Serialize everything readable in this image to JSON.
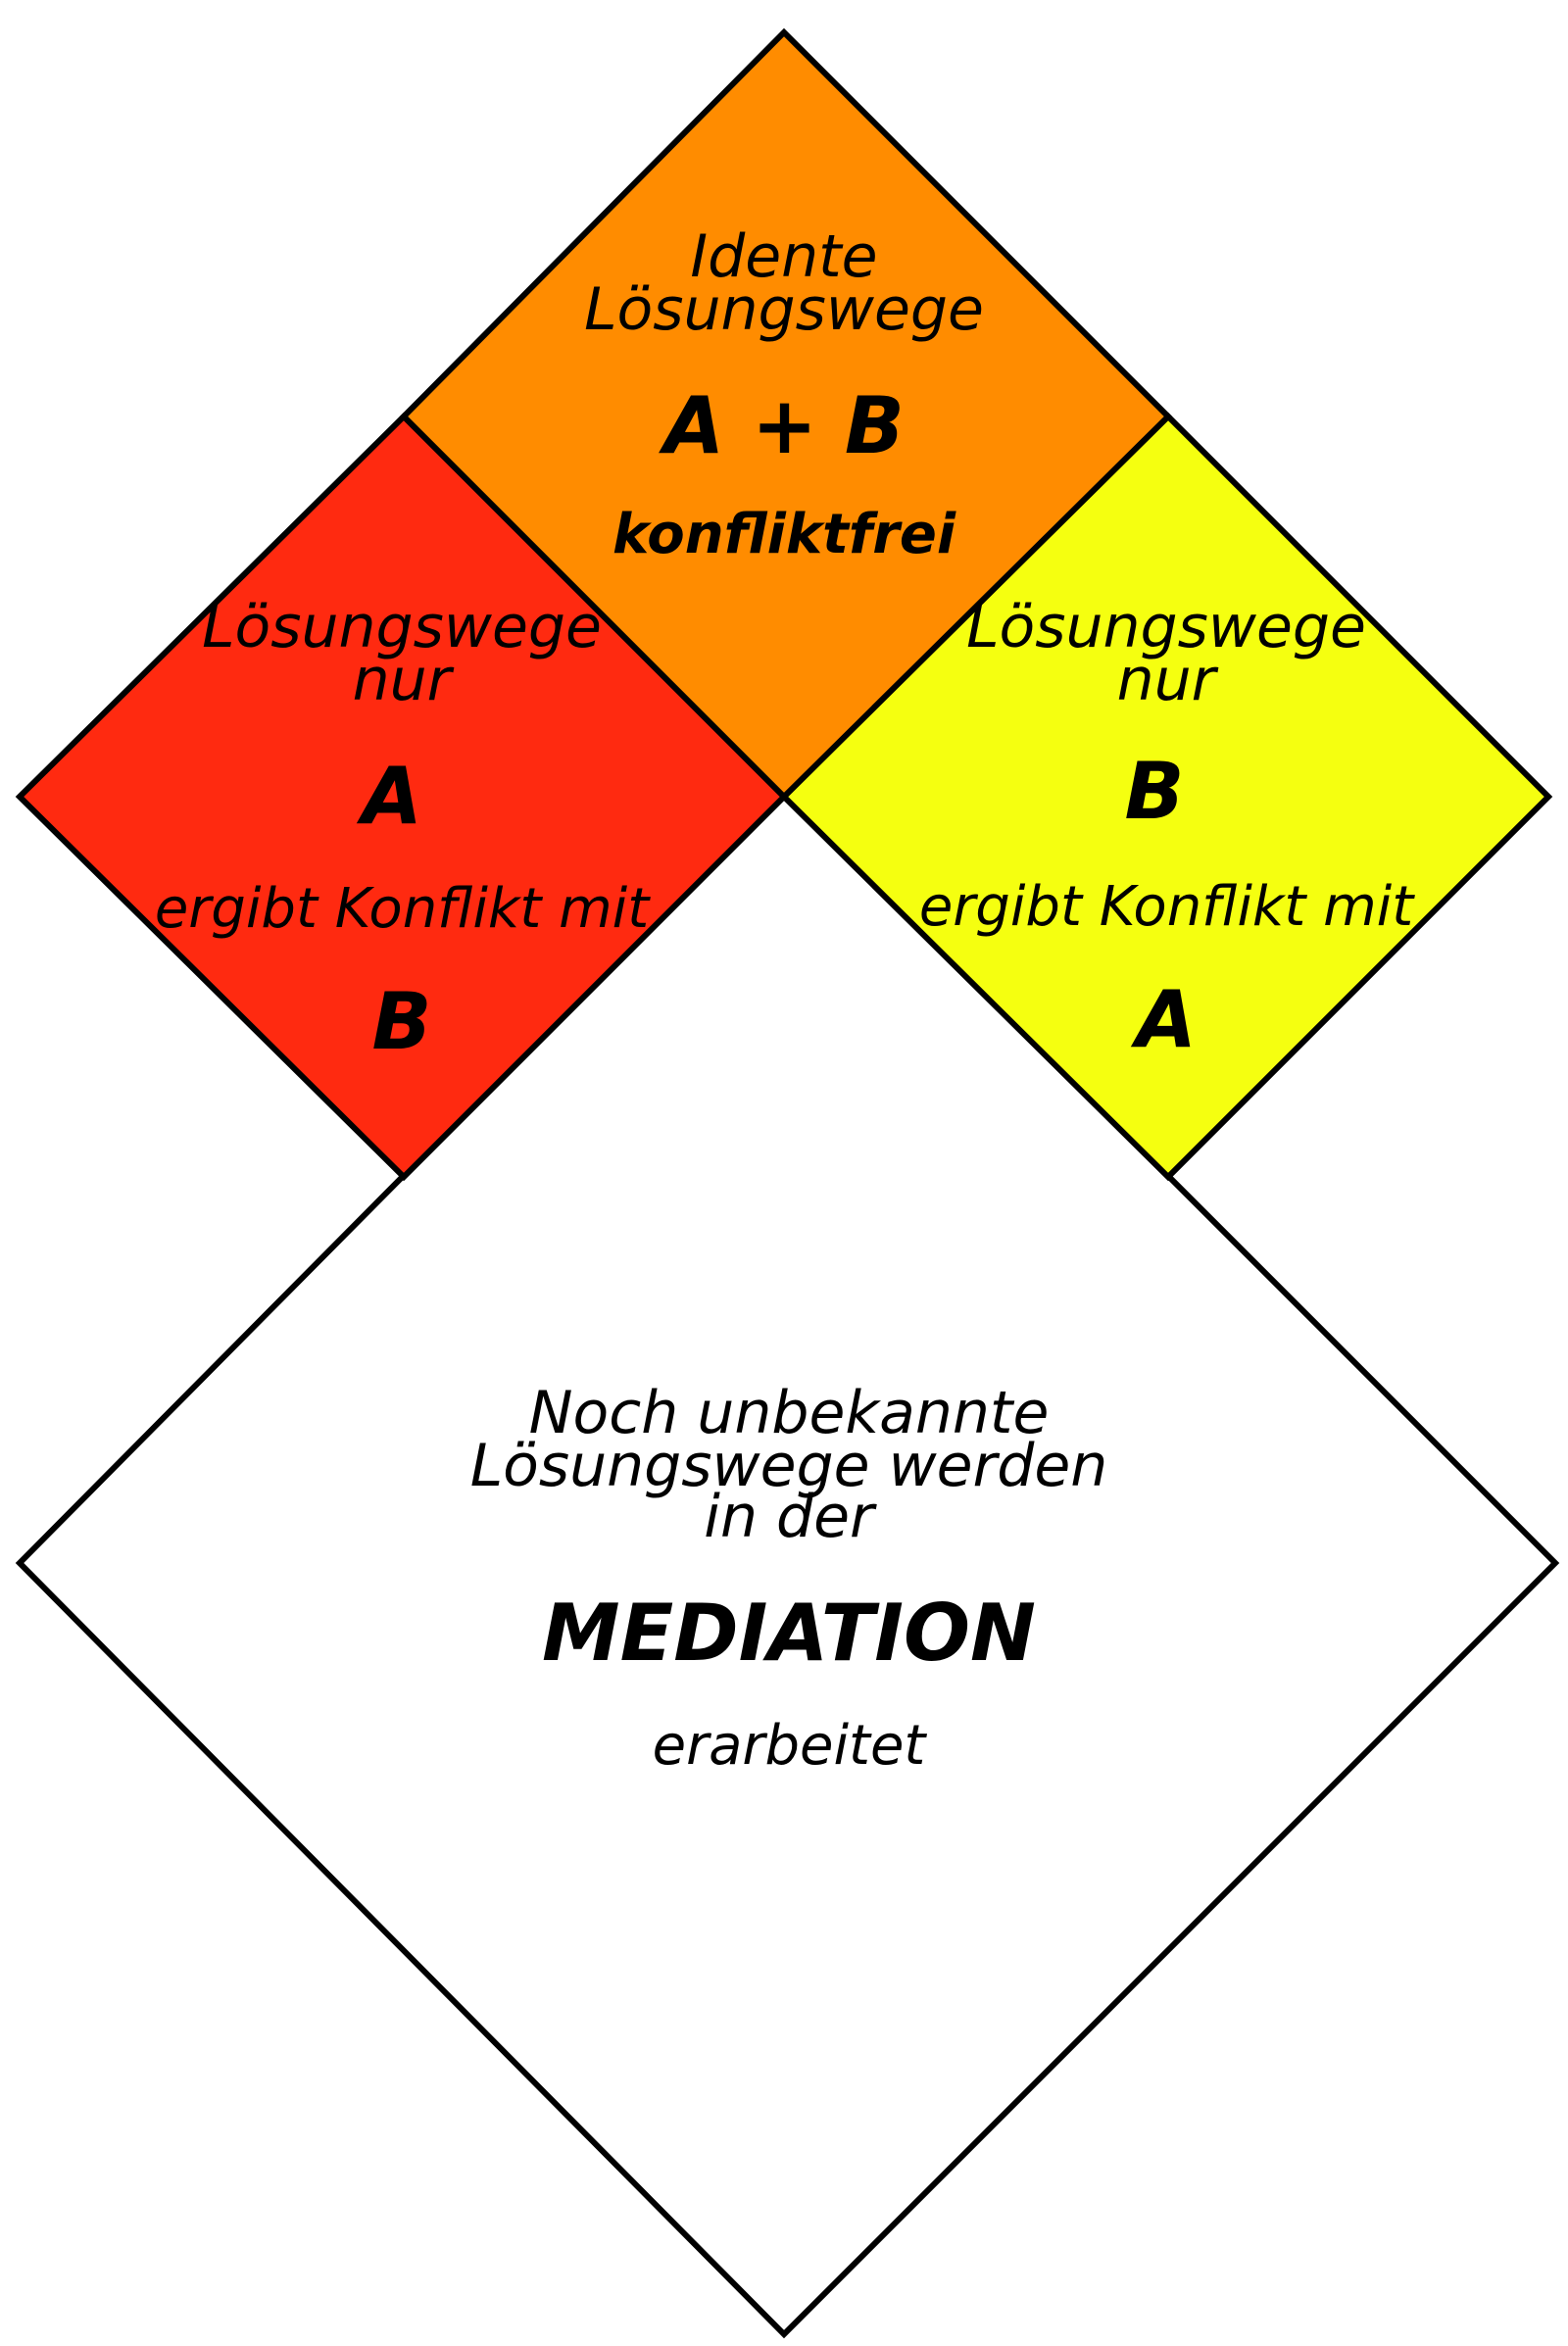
{
  "colors": {
    "top": "#FF8C00",
    "left": "#FF2A10",
    "right": "#F5FF10",
    "bottom": "#FFFFFF",
    "stroke": "#000000"
  },
  "top": {
    "line1": "Idente",
    "line2": "Lösungswege",
    "big": "A + B",
    "sub": "konfliktfrei"
  },
  "left": {
    "line1": "Lösungswege",
    "line2": "nur",
    "big": "A",
    "sub": "ergibt Konflikt mit",
    "big2": "B"
  },
  "right": {
    "line1": "Lösungswege",
    "line2": "nur",
    "big": "B",
    "sub": "ergibt Konflikt mit",
    "big2": "A"
  },
  "bottom": {
    "line1": "Noch unbekannte",
    "line2": "Lösungswege werden",
    "line3": "in der",
    "big": "MEDIATION",
    "sub": "erarbeitet"
  }
}
